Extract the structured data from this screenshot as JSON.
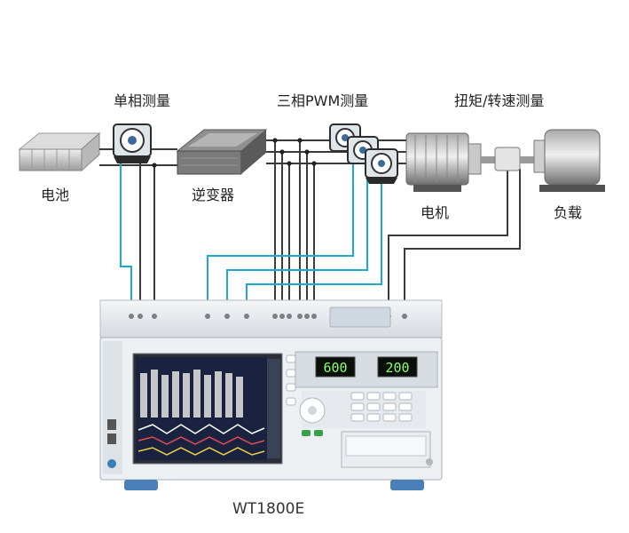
{
  "labels": {
    "single_phase": "单相测量",
    "three_phase": "三相PWM测量",
    "torque_speed": "扭矩/转速测量",
    "battery": "电池",
    "inverter": "逆变器",
    "motor": "电机",
    "load": "负载",
    "instrument": "WT1800E"
  },
  "readouts": {
    "display_left": "600",
    "display_right": "200"
  },
  "colors": {
    "signal_cyan": "#1fa8cf",
    "wire_dark": "#3a3a3a",
    "wire_mid": "#555555",
    "screen_bg": "#1a2240",
    "led_green": "#8dff6a"
  }
}
